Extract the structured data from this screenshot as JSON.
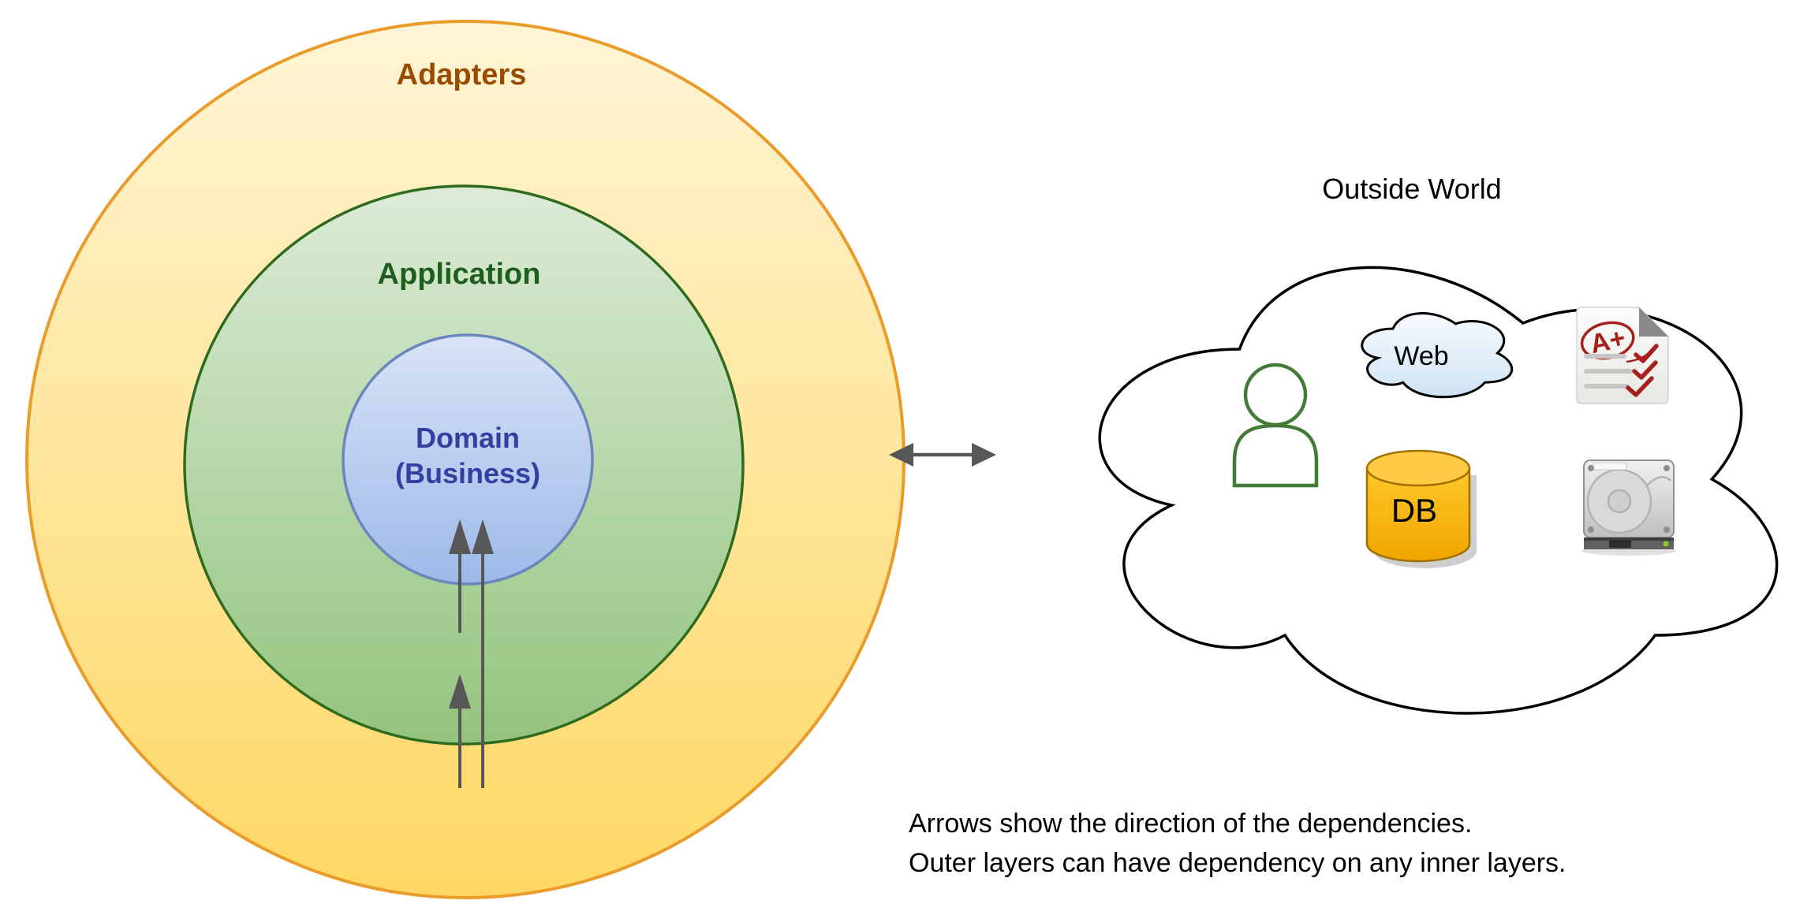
{
  "layers": {
    "adapters": {
      "label": "Adapters"
    },
    "application": {
      "label": "Application"
    },
    "domain": {
      "label_line1": "Domain",
      "label_line2": "(Business)"
    }
  },
  "outside_world": {
    "title": "Outside World",
    "web": {
      "label": "Web"
    },
    "db": {
      "label": "DB"
    },
    "document": {
      "grade": "A+"
    },
    "icons": [
      "user-icon",
      "web-cloud-icon",
      "graded-paper-icon",
      "database-icon",
      "hard-disk-icon"
    ]
  },
  "caption": {
    "line1": "Arrows show the direction of the dependencies.",
    "line2": "Outer layers can have dependency on any inner layers."
  },
  "colors": {
    "adapters_fill_top": "#FFF5D6",
    "adapters_fill_bottom": "#FFD763",
    "adapters_stroke": "#E99C2A",
    "adapters_text": "#994C00",
    "application_fill_top": "#DCEBD7",
    "application_fill_bottom": "#93C47D",
    "application_stroke": "#2E6B1F",
    "application_text": "#1E5E1E",
    "domain_fill_top": "#D8E3F7",
    "domain_fill_bottom": "#9DBAE8",
    "domain_stroke": "#6B85BE",
    "domain_text": "#3340A0",
    "arrow": "#575757",
    "cloud_stroke": "#000000",
    "web_fill_top": "#F7FBFF",
    "web_fill_bottom": "#CFE2F3",
    "person_stroke": "#447A38",
    "db_fill_top": "#FFC829",
    "db_fill_bottom": "#F0A500",
    "db_top": "#FFCB45",
    "db_stroke": "#A07000",
    "grade_red": "#A6211B",
    "paper_line_gray": "#C6C6C4",
    "text": "#000000"
  }
}
